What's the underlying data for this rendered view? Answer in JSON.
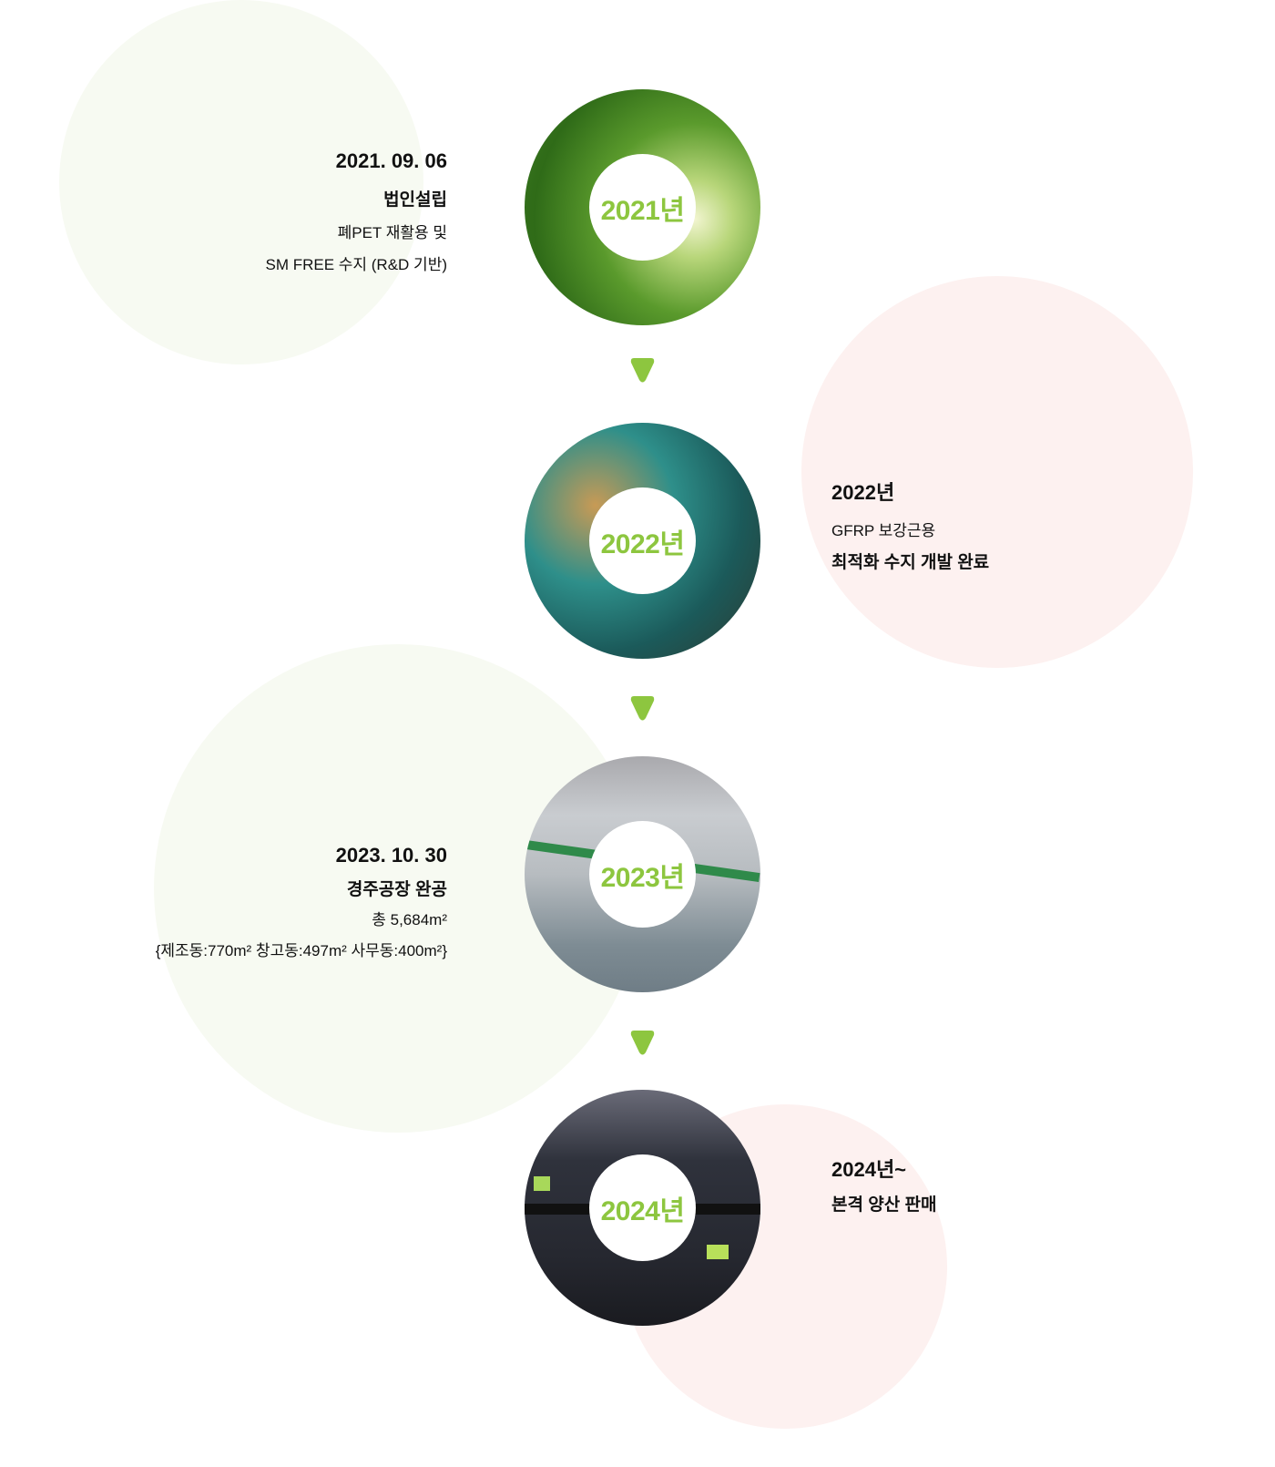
{
  "accent_color": "#8dc63f",
  "timeline": [
    {
      "year_badge": "2021년",
      "date": "2021. 09. 06",
      "title": "법인설립",
      "lines": [
        "폐PET 재활용  및",
        "SM FREE 수지 (R&D 기반)"
      ],
      "image": "forest-canopy"
    },
    {
      "year_badge": "2022년",
      "date": "2022년",
      "line1": "GFRP 보강근용",
      "title": "최적화 수지 개발 완료",
      "image": "molecular-structure"
    },
    {
      "year_badge": "2023년",
      "date": "2023. 10. 30",
      "title": "경주공장 완공",
      "lines": [
        "총 5,684m²",
        "{제조동:770m²  창고동:497m²  사무동:400m²}"
      ],
      "image": "factory-daytime"
    },
    {
      "year_badge": "2024년",
      "date": "2024년~",
      "title": "본격 양산 판매",
      "image": "factory-night"
    }
  ]
}
